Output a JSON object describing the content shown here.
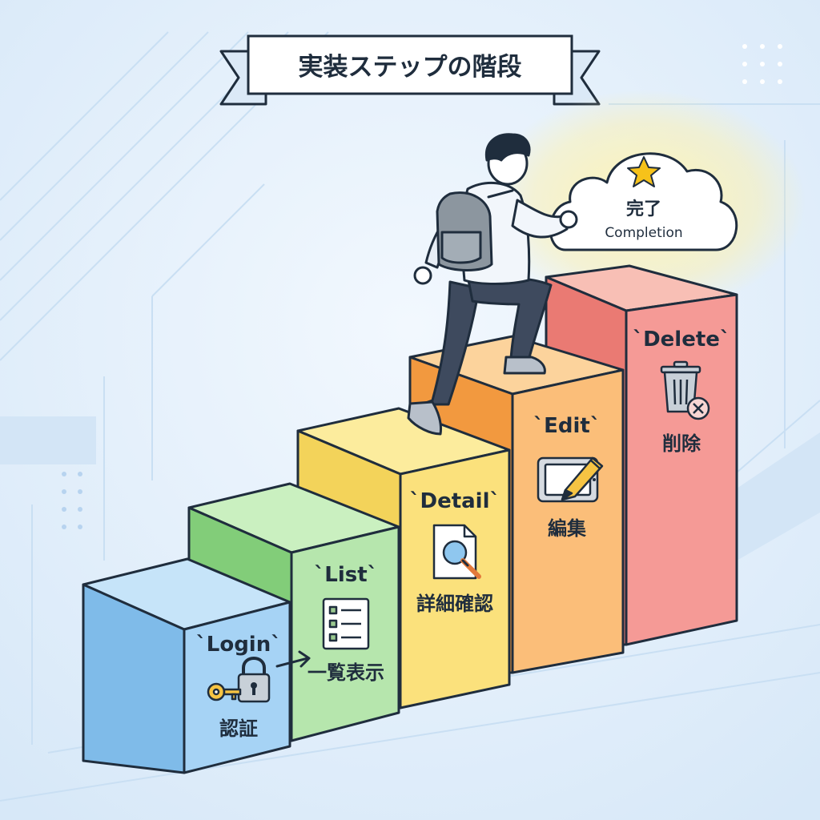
{
  "title": "実装ステップの階段",
  "goal": {
    "label_jp": "完了",
    "label_en": "Completion"
  },
  "steps": [
    {
      "code": "`Login`",
      "label": "認証",
      "icon": "lock-key-icon",
      "color": "#a6d3f5"
    },
    {
      "code": "`List`",
      "label": "一覧表示",
      "icon": "list-icon",
      "color": "#b6e6ad"
    },
    {
      "code": "`Detail`",
      "label": "詳細確認",
      "icon": "magnifier-document-icon",
      "color": "#fbe17c"
    },
    {
      "code": "`Edit`",
      "label": "編集",
      "icon": "tablet-pencil-icon",
      "color": "#fbbe79"
    },
    {
      "code": "`Delete`",
      "label": "削除",
      "icon": "trash-delete-icon",
      "color": "#f59a96"
    }
  ]
}
